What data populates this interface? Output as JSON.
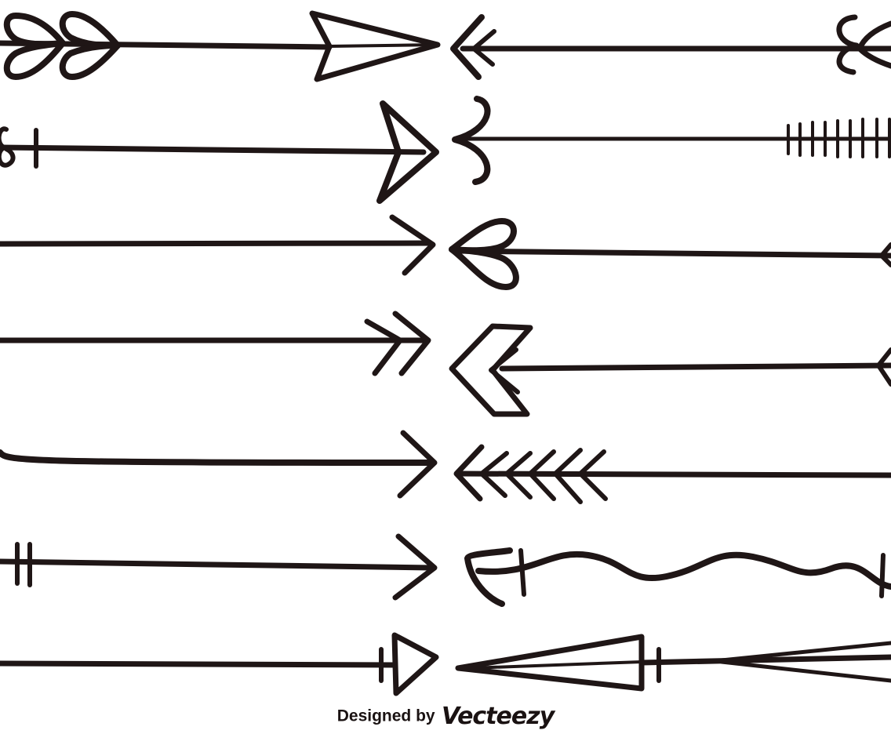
{
  "artwork": {
    "ink_color": "#1f1616",
    "background": "#ffffff",
    "arrows_left_column": [
      {
        "name": "arrow-heart-fletching",
        "tail": "double-heart",
        "head": "open-triangle"
      },
      {
        "name": "arrow-curl-tail",
        "tail": "curl-and-notch",
        "head": "chevron-barb"
      },
      {
        "name": "arrow-simple-1",
        "tail": "plain",
        "head": "open-chevron"
      },
      {
        "name": "arrow-double-chevron",
        "tail": "plain",
        "head": "double-chevron"
      },
      {
        "name": "arrow-tapered",
        "tail": "flared",
        "head": "open-chevron"
      },
      {
        "name": "arrow-double-bar",
        "tail": "double-bar",
        "head": "open-chevron"
      },
      {
        "name": "arrow-triangle-head",
        "tail": "plain",
        "head": "triangle-with-bar"
      }
    ],
    "arrows_right_column": [
      {
        "name": "arrow-left-curl-fletching",
        "tail": "curl-fletching",
        "head": "chevron"
      },
      {
        "name": "arrow-left-serrated",
        "tail": "serrated",
        "head": "scroll-curl"
      },
      {
        "name": "arrow-left-heart-head",
        "tail": "notch",
        "head": "heart"
      },
      {
        "name": "arrow-left-chevron-outline",
        "tail": "notch",
        "head": "chevron-outline"
      },
      {
        "name": "arrow-left-feather",
        "tail": "plain",
        "head": "multi-feather"
      },
      {
        "name": "arrow-left-wavy",
        "tail": "bar",
        "head": "hook"
      },
      {
        "name": "arrow-left-spear",
        "tail": "long-triangle",
        "head": "long-spear"
      }
    ]
  },
  "credit": {
    "prefix": "Designed by",
    "brand": "Vecteezy"
  }
}
